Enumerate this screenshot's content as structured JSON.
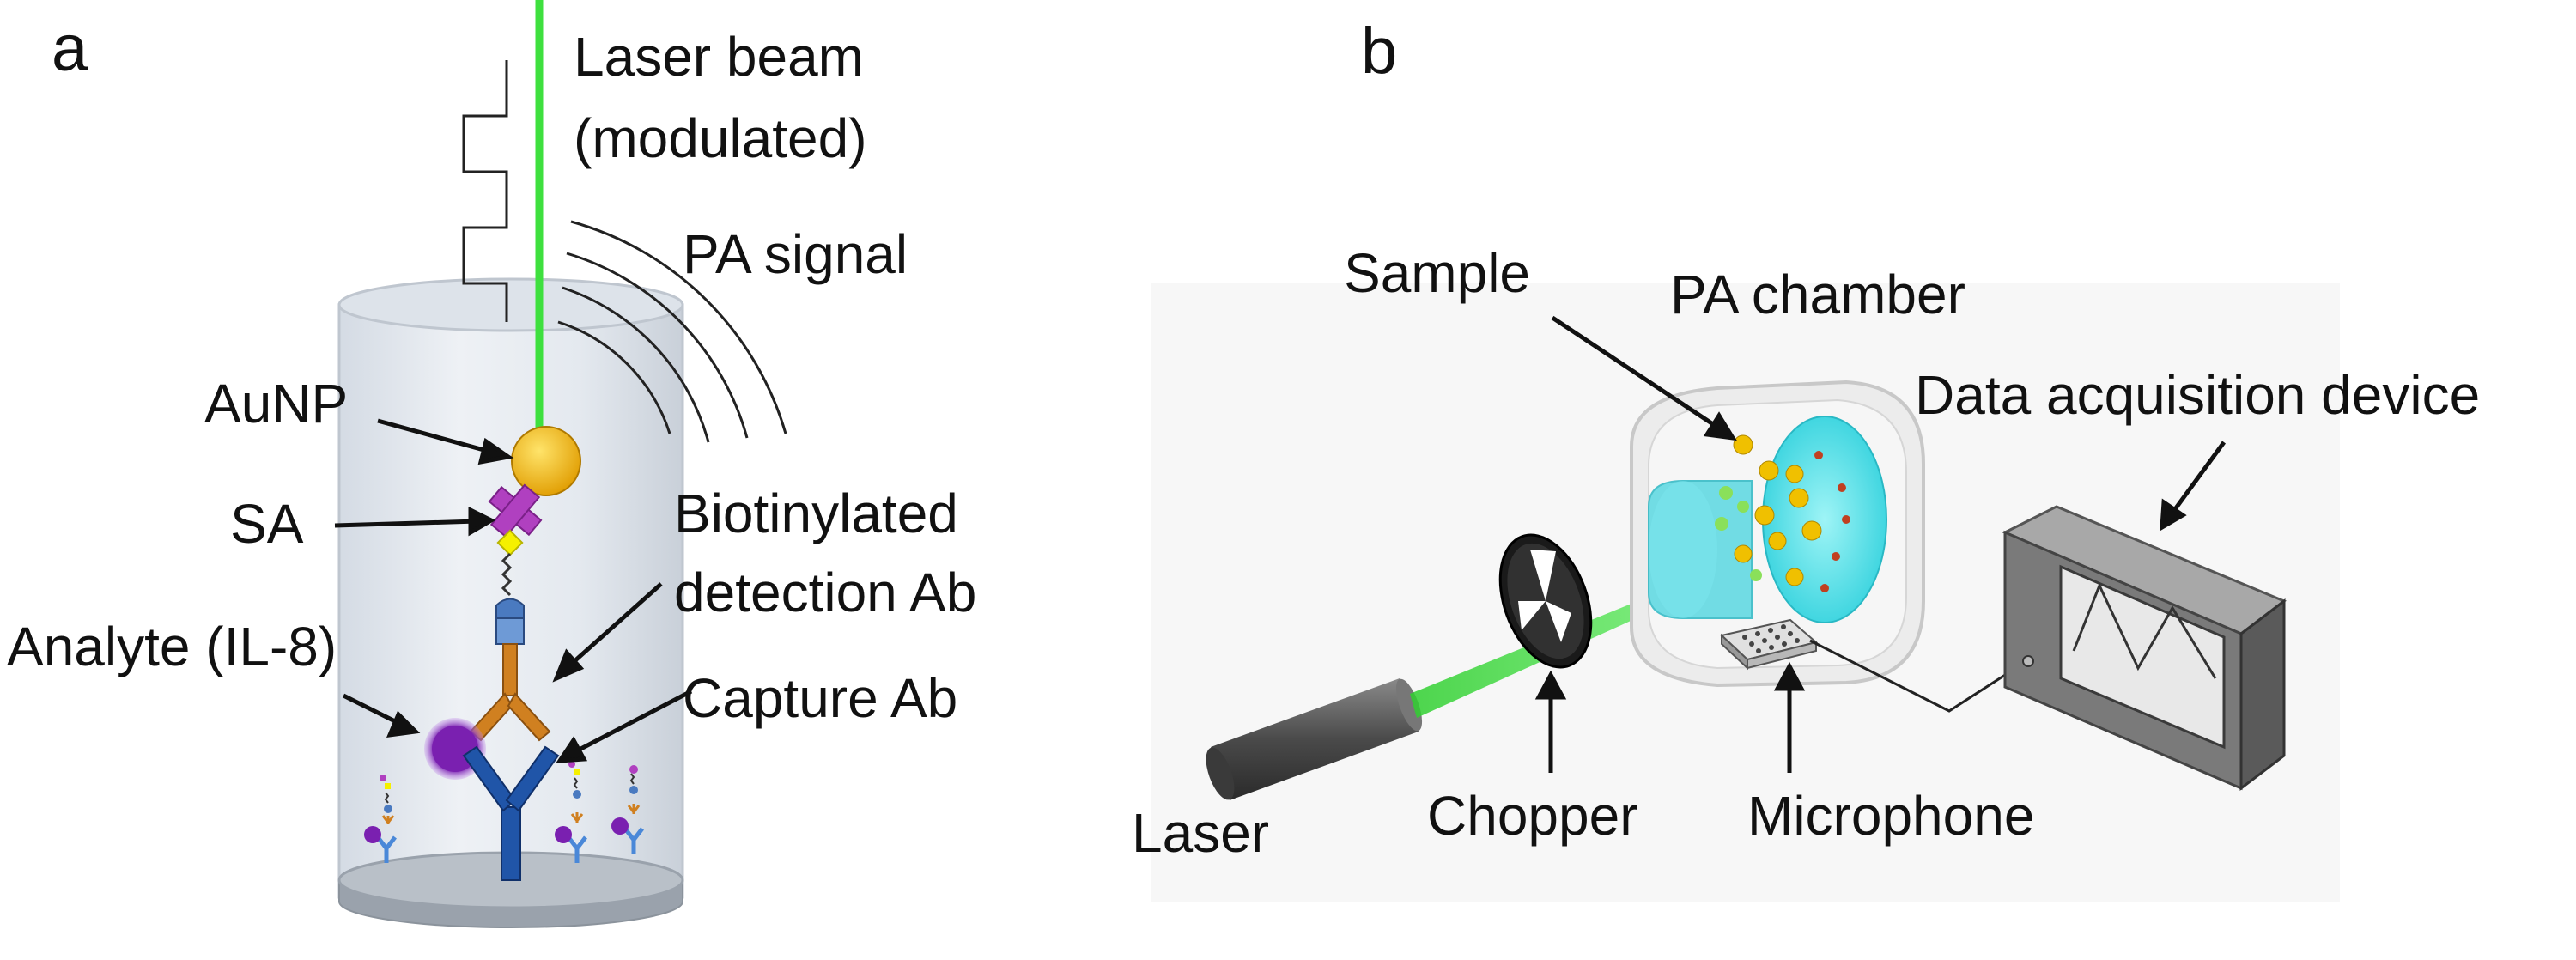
{
  "panel_a": {
    "letter": "a",
    "laser_beam_line1": "Laser beam",
    "laser_beam_line2": "(modulated)",
    "pa_signal": "PA signal",
    "aunp": "AuNP",
    "sa": "SA",
    "biotinylated_line1": "Biotinylated",
    "biotinylated_line2": "detection Ab",
    "analyte": "Analyte (IL-8)",
    "capture_ab": "Capture Ab"
  },
  "panel_b": {
    "letter": "b",
    "sample": "Sample",
    "pa_chamber": "PA chamber",
    "data_acquisition": "Data acquisition device",
    "laser": "Laser",
    "chopper": "Chopper",
    "microphone": "Microphone"
  },
  "colors": {
    "laser_green": "#44dd44",
    "aunp_gold": "#f0b400",
    "sa_magenta": "#b040c0",
    "biotin_yellow": "#f5f000",
    "antibody_orange": "#d08020",
    "capture_blue": "#2055a8",
    "analyte_purple": "#7a20b0",
    "chamber_cyan": "#40d8e0"
  }
}
